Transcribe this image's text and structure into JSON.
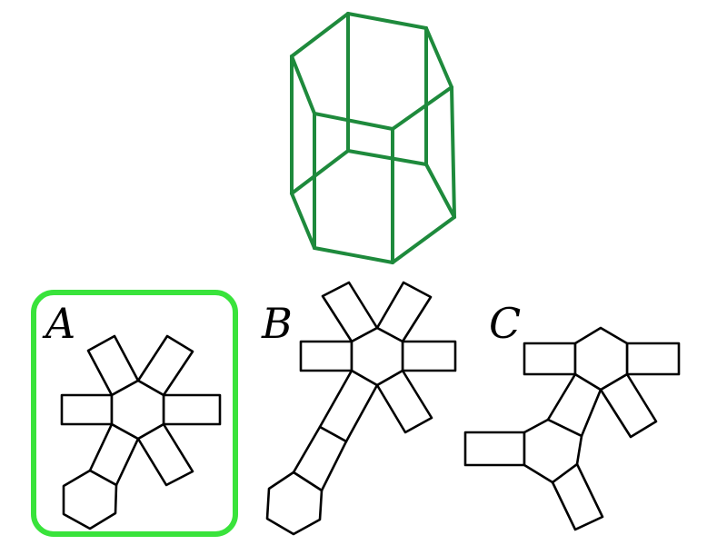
{
  "question": {
    "solid": "hexagonal-prism",
    "solid_color": "#1e8a3c",
    "options": [
      {
        "label": "A",
        "selected": true
      },
      {
        "label": "B",
        "selected": false
      },
      {
        "label": "C",
        "selected": false
      }
    ],
    "selection_color": "#39e33b"
  }
}
